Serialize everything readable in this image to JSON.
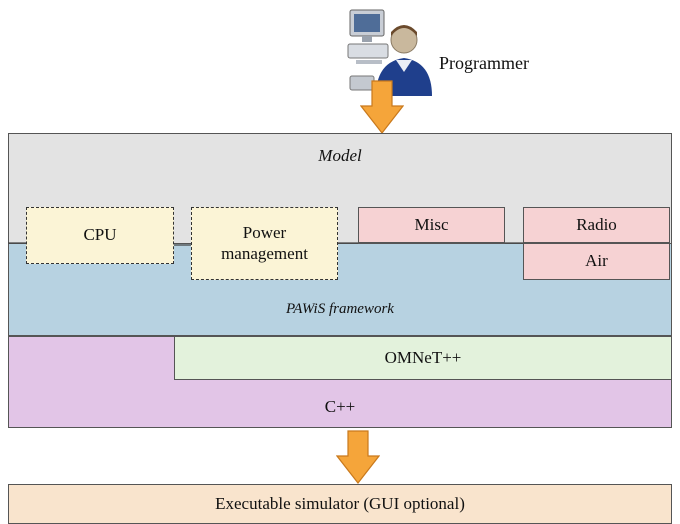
{
  "actor": {
    "label": "Programmer",
    "icon": "programmer-computer-icon"
  },
  "layers": {
    "model": "Model",
    "pawis": "PAWiS framework",
    "omnet": "OMNeT++",
    "cpp": "C++"
  },
  "modules": {
    "cpu": "CPU",
    "power": "Power management",
    "misc": "Misc",
    "radio": "Radio",
    "air": "Air"
  },
  "output": "Executable simulator (GUI optional)",
  "colors": {
    "arrow": "#f5a53a",
    "model": "#e3e3e3",
    "pawis": "#b7d2e1",
    "omnet": "#e3f2dc",
    "cpp": "#e2c5e7",
    "dashed_module": "#fbf4d6",
    "pink_module": "#f6d2d3",
    "output": "#f9e4cd"
  }
}
